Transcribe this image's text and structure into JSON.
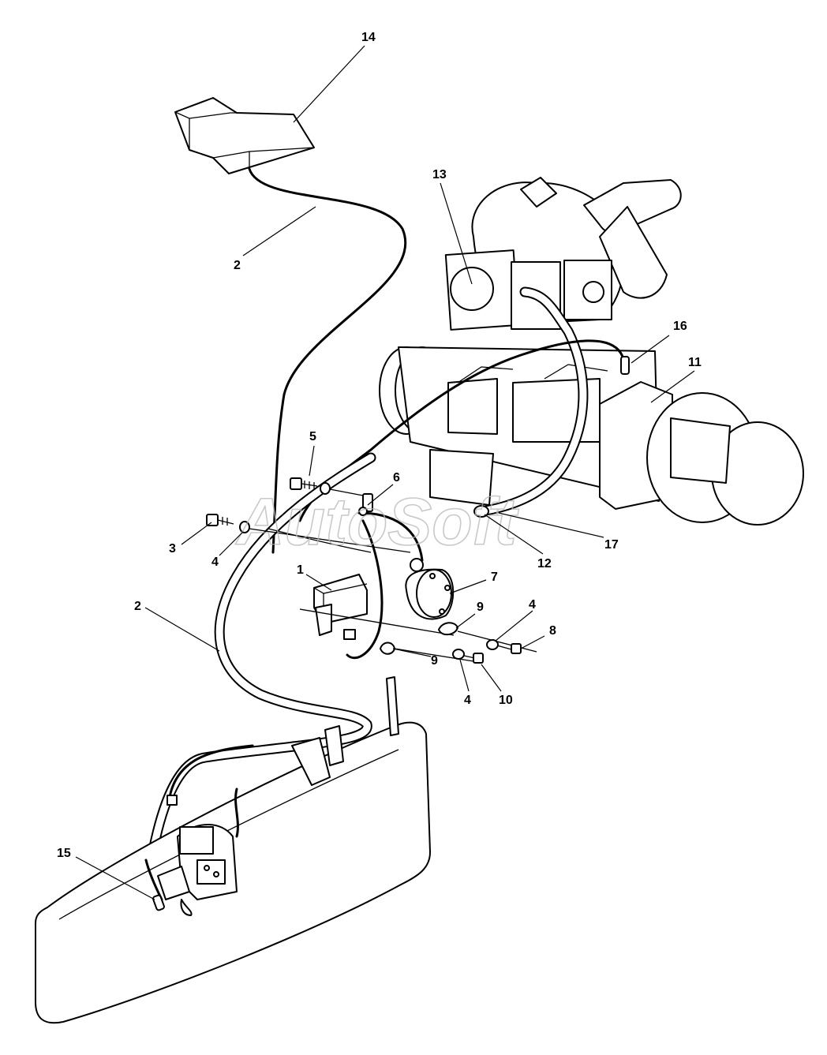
{
  "watermark": {
    "text": "AutoSoft"
  },
  "callouts": [
    {
      "id": "c14",
      "label": "14"
    },
    {
      "id": "c13",
      "label": "13"
    },
    {
      "id": "c2a",
      "label": "2"
    },
    {
      "id": "c16",
      "label": "16"
    },
    {
      "id": "c11",
      "label": "11"
    },
    {
      "id": "c5",
      "label": "5"
    },
    {
      "id": "c6",
      "label": "6"
    },
    {
      "id": "c3",
      "label": "3"
    },
    {
      "id": "c4a",
      "label": "4"
    },
    {
      "id": "c17",
      "label": "17"
    },
    {
      "id": "c12",
      "label": "12"
    },
    {
      "id": "c1",
      "label": "1"
    },
    {
      "id": "c7",
      "label": "7"
    },
    {
      "id": "c2b",
      "label": "2"
    },
    {
      "id": "c9a",
      "label": "9"
    },
    {
      "id": "c4b",
      "label": "4"
    },
    {
      "id": "c8",
      "label": "8"
    },
    {
      "id": "c9b",
      "label": "9"
    },
    {
      "id": "c4c",
      "label": "4"
    },
    {
      "id": "c10",
      "label": "10"
    },
    {
      "id": "c15",
      "label": "15"
    }
  ]
}
